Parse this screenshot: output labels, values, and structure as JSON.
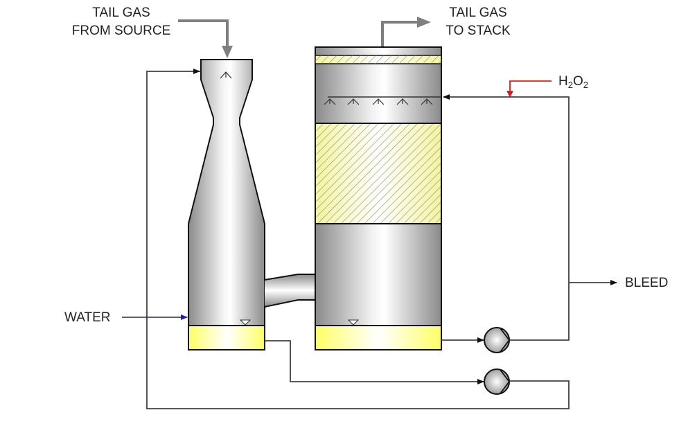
{
  "diagram": {
    "title": "Venturi scrubber with packed tower and H2O2 dosing",
    "labels": {
      "tail_gas_source_line1": "TAIL GAS",
      "tail_gas_source_line2": "FROM SOURCE",
      "tail_gas_stack_line1": "TAIL GAS",
      "tail_gas_stack_line2": "TO STACK",
      "h2o2_main": "H",
      "h2o2_sub1": "2",
      "h2o2_o": "O",
      "h2o2_sub2": "2",
      "water": "WATER",
      "bleed": "BLEED"
    },
    "colors": {
      "gas_line": "#7f7f7f",
      "process_line": "#404040",
      "water_line": "#1f1fa8",
      "h2o2_line": "#d42020",
      "liquid_fill": "#ffff80",
      "packing_fill": "#f5f5b0",
      "vessel_dark": "#8c8c8c",
      "vessel_light": "#ffffff"
    },
    "equipment": [
      {
        "id": "venturi-scrubber",
        "type": "venturi"
      },
      {
        "id": "packed-tower",
        "type": "packed-column"
      },
      {
        "id": "tower-recirc-pump",
        "type": "centrifugal-pump"
      },
      {
        "id": "venturi-recirc-pump",
        "type": "centrifugal-pump"
      }
    ]
  }
}
